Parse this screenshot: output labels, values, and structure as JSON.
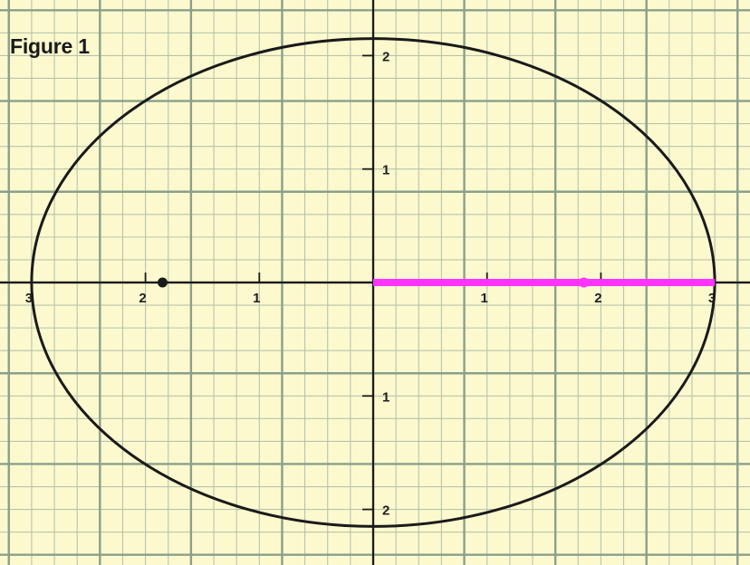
{
  "title": "Figure 1",
  "colors": {
    "background": "#fdf9cf",
    "grid_major": "#8aa08a",
    "grid_minor": "#b5c4aa",
    "axis": "#1a1a1a",
    "curve": "#1a1a1a",
    "segment": "#ff33ff",
    "point": "#1a1a1a"
  },
  "grid": {
    "minor_step": 0.2,
    "major_step": 0.8
  },
  "axes": {
    "xlim": [
      -3.3,
      3.3
    ],
    "ylim": [
      -2.5,
      2.5
    ],
    "x_ticks": [
      {
        "value": -3,
        "label": "3"
      },
      {
        "value": -2,
        "label": "2"
      },
      {
        "value": -1,
        "label": "1"
      },
      {
        "value": 1,
        "label": "1"
      },
      {
        "value": 2,
        "label": "2"
      },
      {
        "value": 3,
        "label": "3"
      }
    ],
    "y_ticks": [
      {
        "value": 2,
        "label": "2"
      },
      {
        "value": 1,
        "label": "1"
      },
      {
        "value": -1,
        "label": "1"
      },
      {
        "value": -2,
        "label": "2"
      }
    ]
  },
  "ellipse": {
    "cx": 0,
    "cy": 0,
    "a": 3,
    "b": 2.15
  },
  "segment": {
    "from": [
      0,
      0
    ],
    "to": [
      3,
      0
    ]
  },
  "points": [
    {
      "name": "left-point",
      "x": -1.85,
      "y": 0,
      "color": "#1a1a1a"
    },
    {
      "name": "right-point",
      "x": 1.85,
      "y": 0,
      "color": "#ff33ff"
    }
  ]
}
